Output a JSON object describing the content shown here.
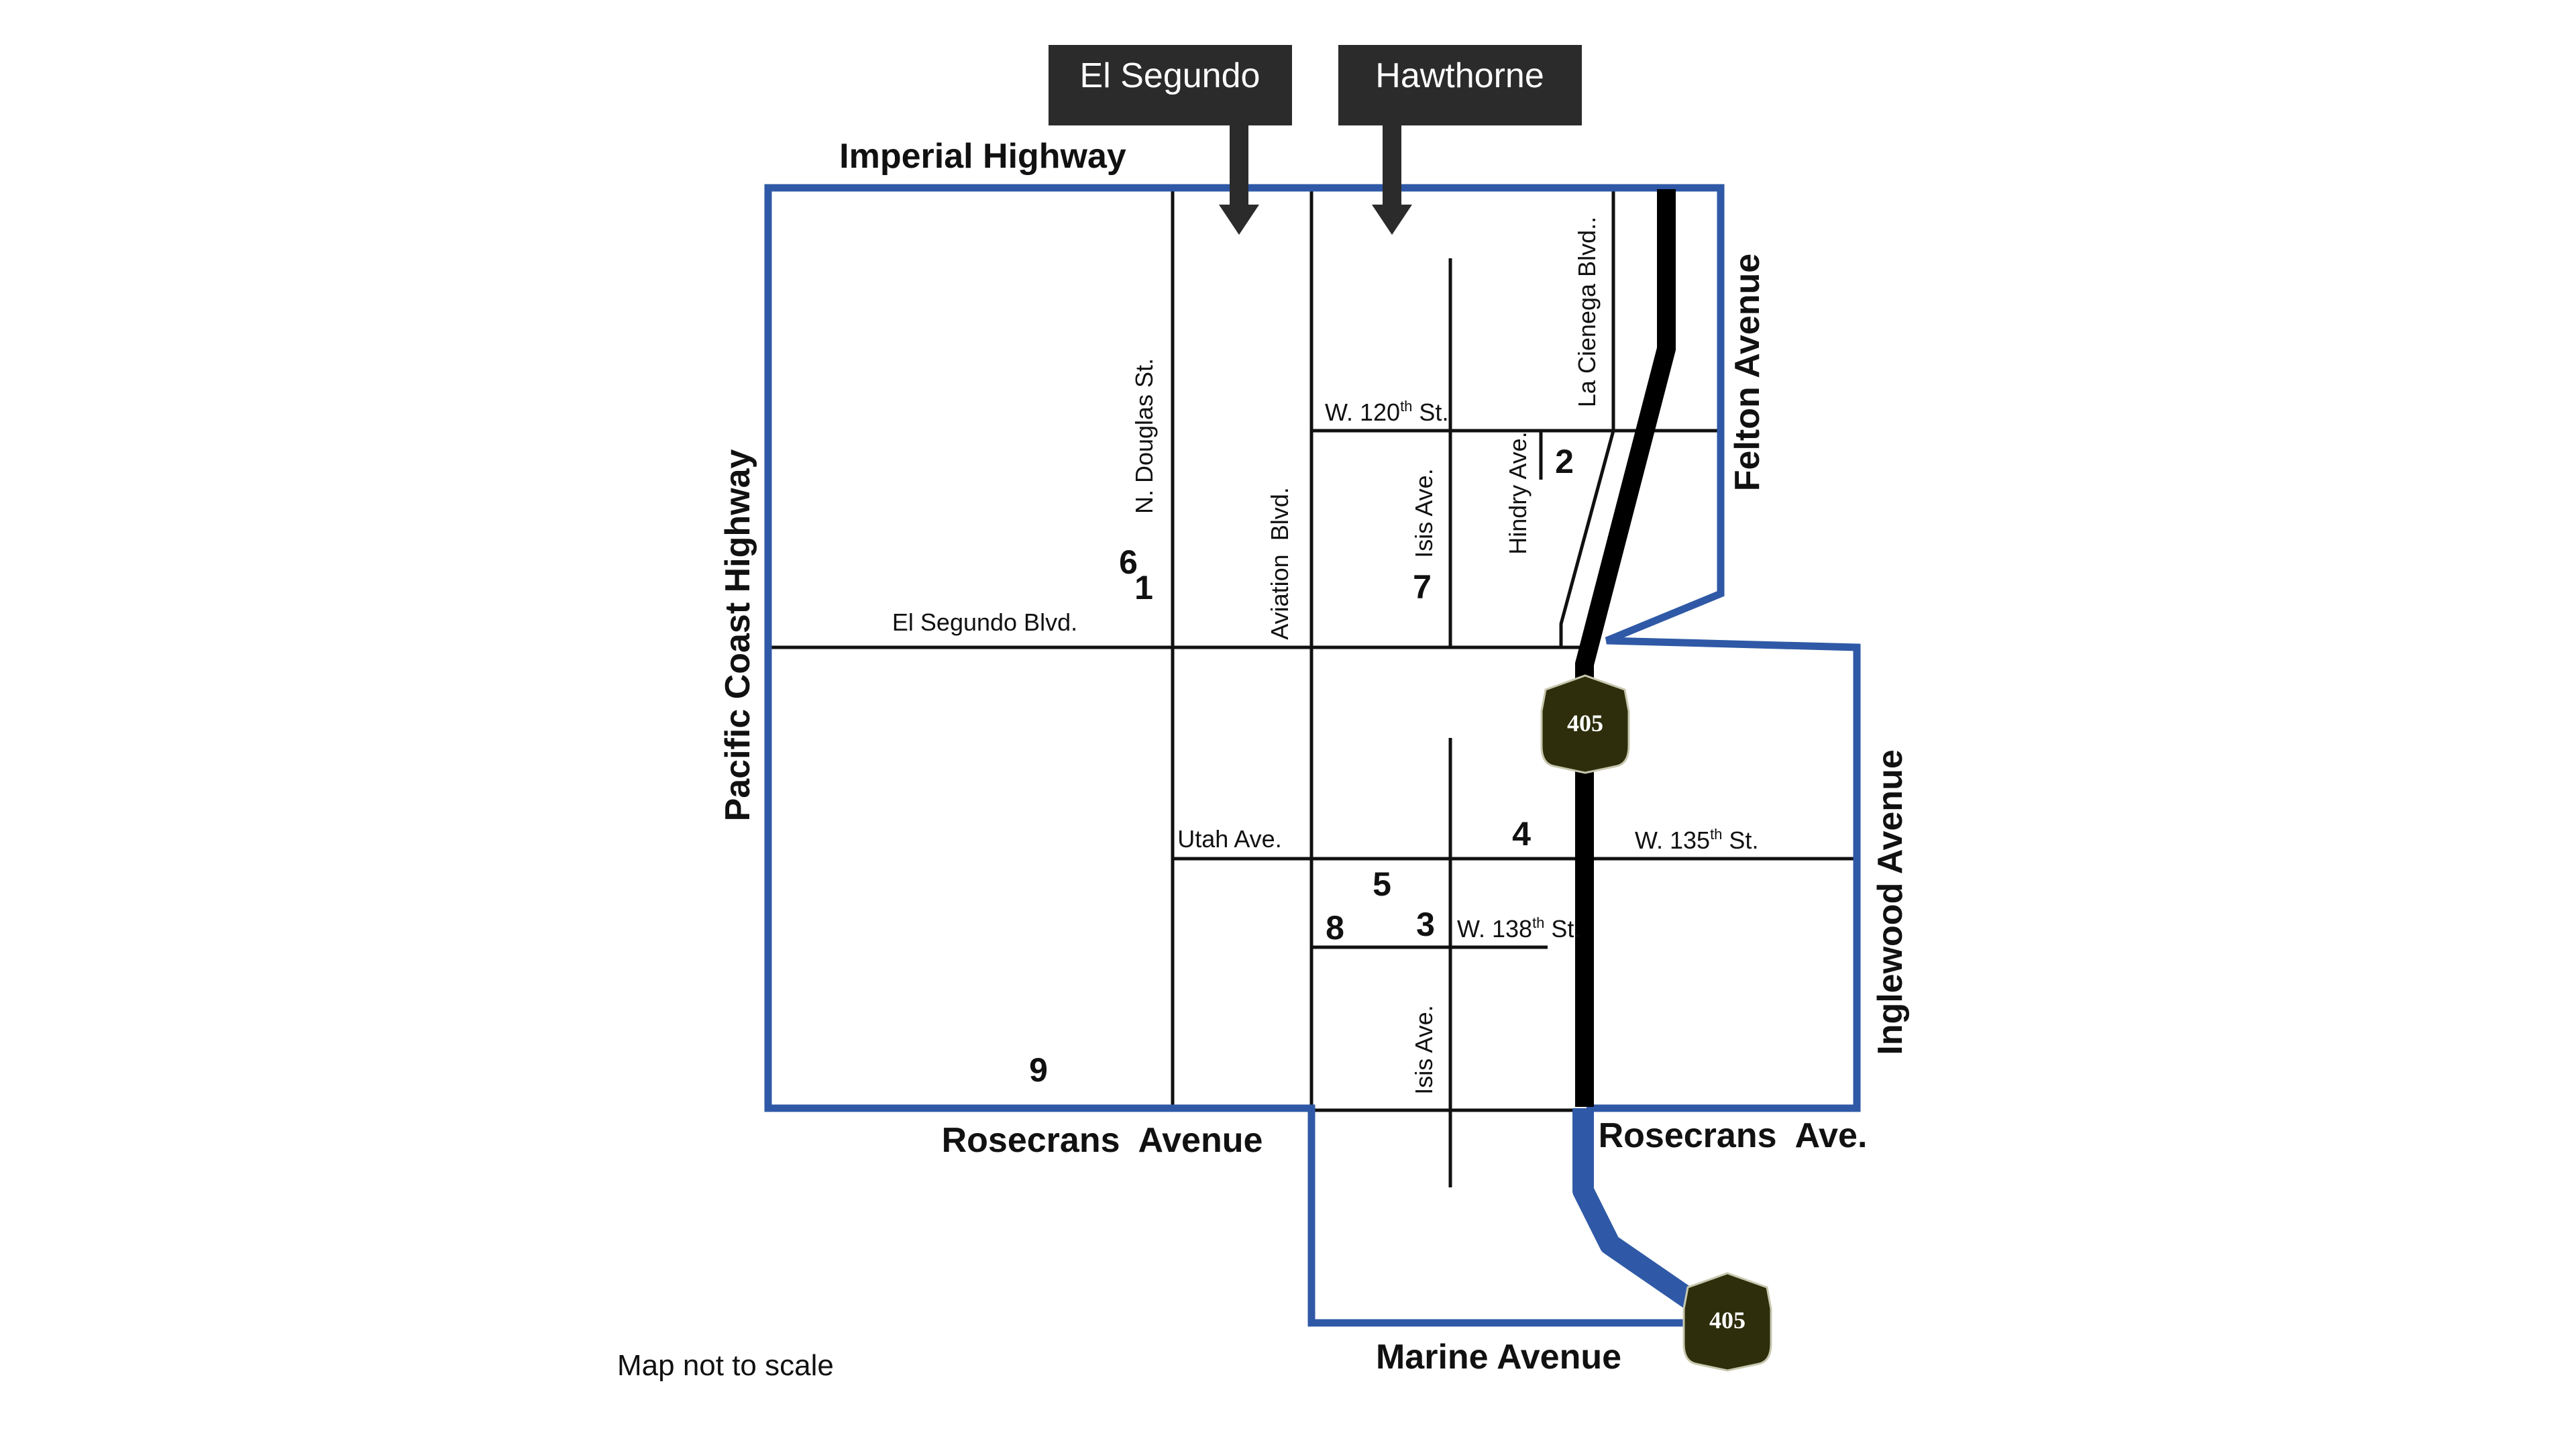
{
  "colors": {
    "boundary": "#2f59a6",
    "street": "#111111",
    "freeway": "#000000",
    "city_box": "#2b2b2b",
    "shield_fill": "#2e2e0c",
    "shield_outline": "#c8c8b0"
  },
  "cities": {
    "el_segundo": "El Segundo",
    "hawthorne": "Hawthorne"
  },
  "major_roads": {
    "imperial": "Imperial Highway",
    "pch": "Pacific Coast Highway",
    "felton": "Felton Avenue",
    "inglewood": "Inglewood Avenue",
    "rosecrans_w": "Rosecrans  Avenue",
    "rosecrans_e": "Rosecrans  Ave.",
    "marine": "Marine Avenue"
  },
  "streets": {
    "douglas": "N. Douglas St.",
    "aviation": "Aviation  Blvd.",
    "isis_north": "Isis Ave.",
    "isis_south": "Isis Ave.",
    "hindry": "Hindry Ave.",
    "la_cienega": "La Cienega Blvd..",
    "el_segundo_blvd": "El Segundo Blvd.",
    "utah": "Utah Ave.",
    "w120_prefix": "W. 120",
    "w120_sup": "th",
    "w120_suffix": " St.",
    "w135_prefix": "W. 135",
    "w135_sup": "th",
    "w135_suffix": " St.",
    "w138_prefix": "W. 138",
    "w138_sup": "th",
    "w138_suffix": " St."
  },
  "markers": {
    "m1": "1",
    "m2": "2",
    "m3": "3",
    "m4": "4",
    "m5": "5",
    "m6": "6",
    "m7": "7",
    "m8": "8",
    "m9": "9"
  },
  "shields": {
    "upper": "405",
    "lower": "405"
  },
  "note": "Map not to scale"
}
